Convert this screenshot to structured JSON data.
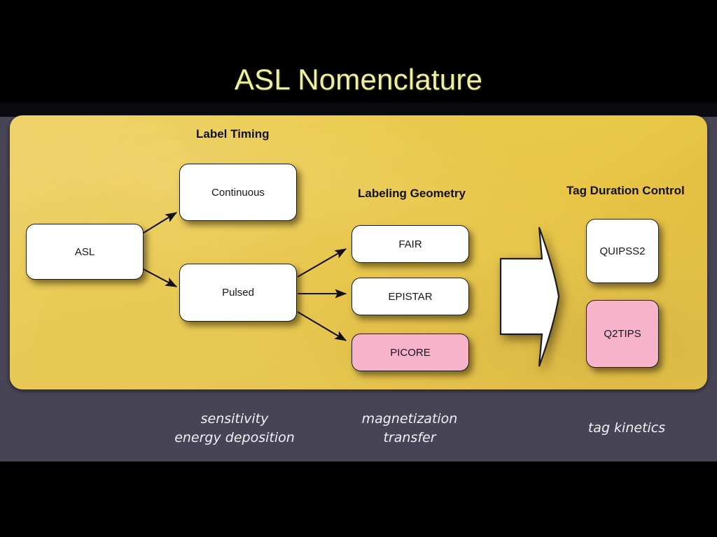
{
  "slide": {
    "title": "ASL Nomenclature",
    "title_color": "#ebf0a3",
    "background_color": "#000000",
    "panel_color": "#e8c545",
    "band_color": "#474455",
    "node_fill": "#ffffff",
    "node_highlight_fill": "#f7b3ca"
  },
  "columns": {
    "label_timing": "Label Timing",
    "labeling_geometry": "Labeling Geometry",
    "tag_duration_control": "Tag Duration Control"
  },
  "nodes": {
    "asl": "ASL",
    "continuous": "Continuous",
    "pulsed": "Pulsed",
    "fair": "FAIR",
    "epistar": "EPISTAR",
    "picore": "PICORE",
    "quipss2": "QUIPSS2",
    "q2tips": "Q2TIPS"
  },
  "captions": {
    "sensitivity": "sensitivity\nenergy deposition",
    "magnetization": "magnetization\ntransfer",
    "tag_kinetics": "tag kinetics"
  }
}
